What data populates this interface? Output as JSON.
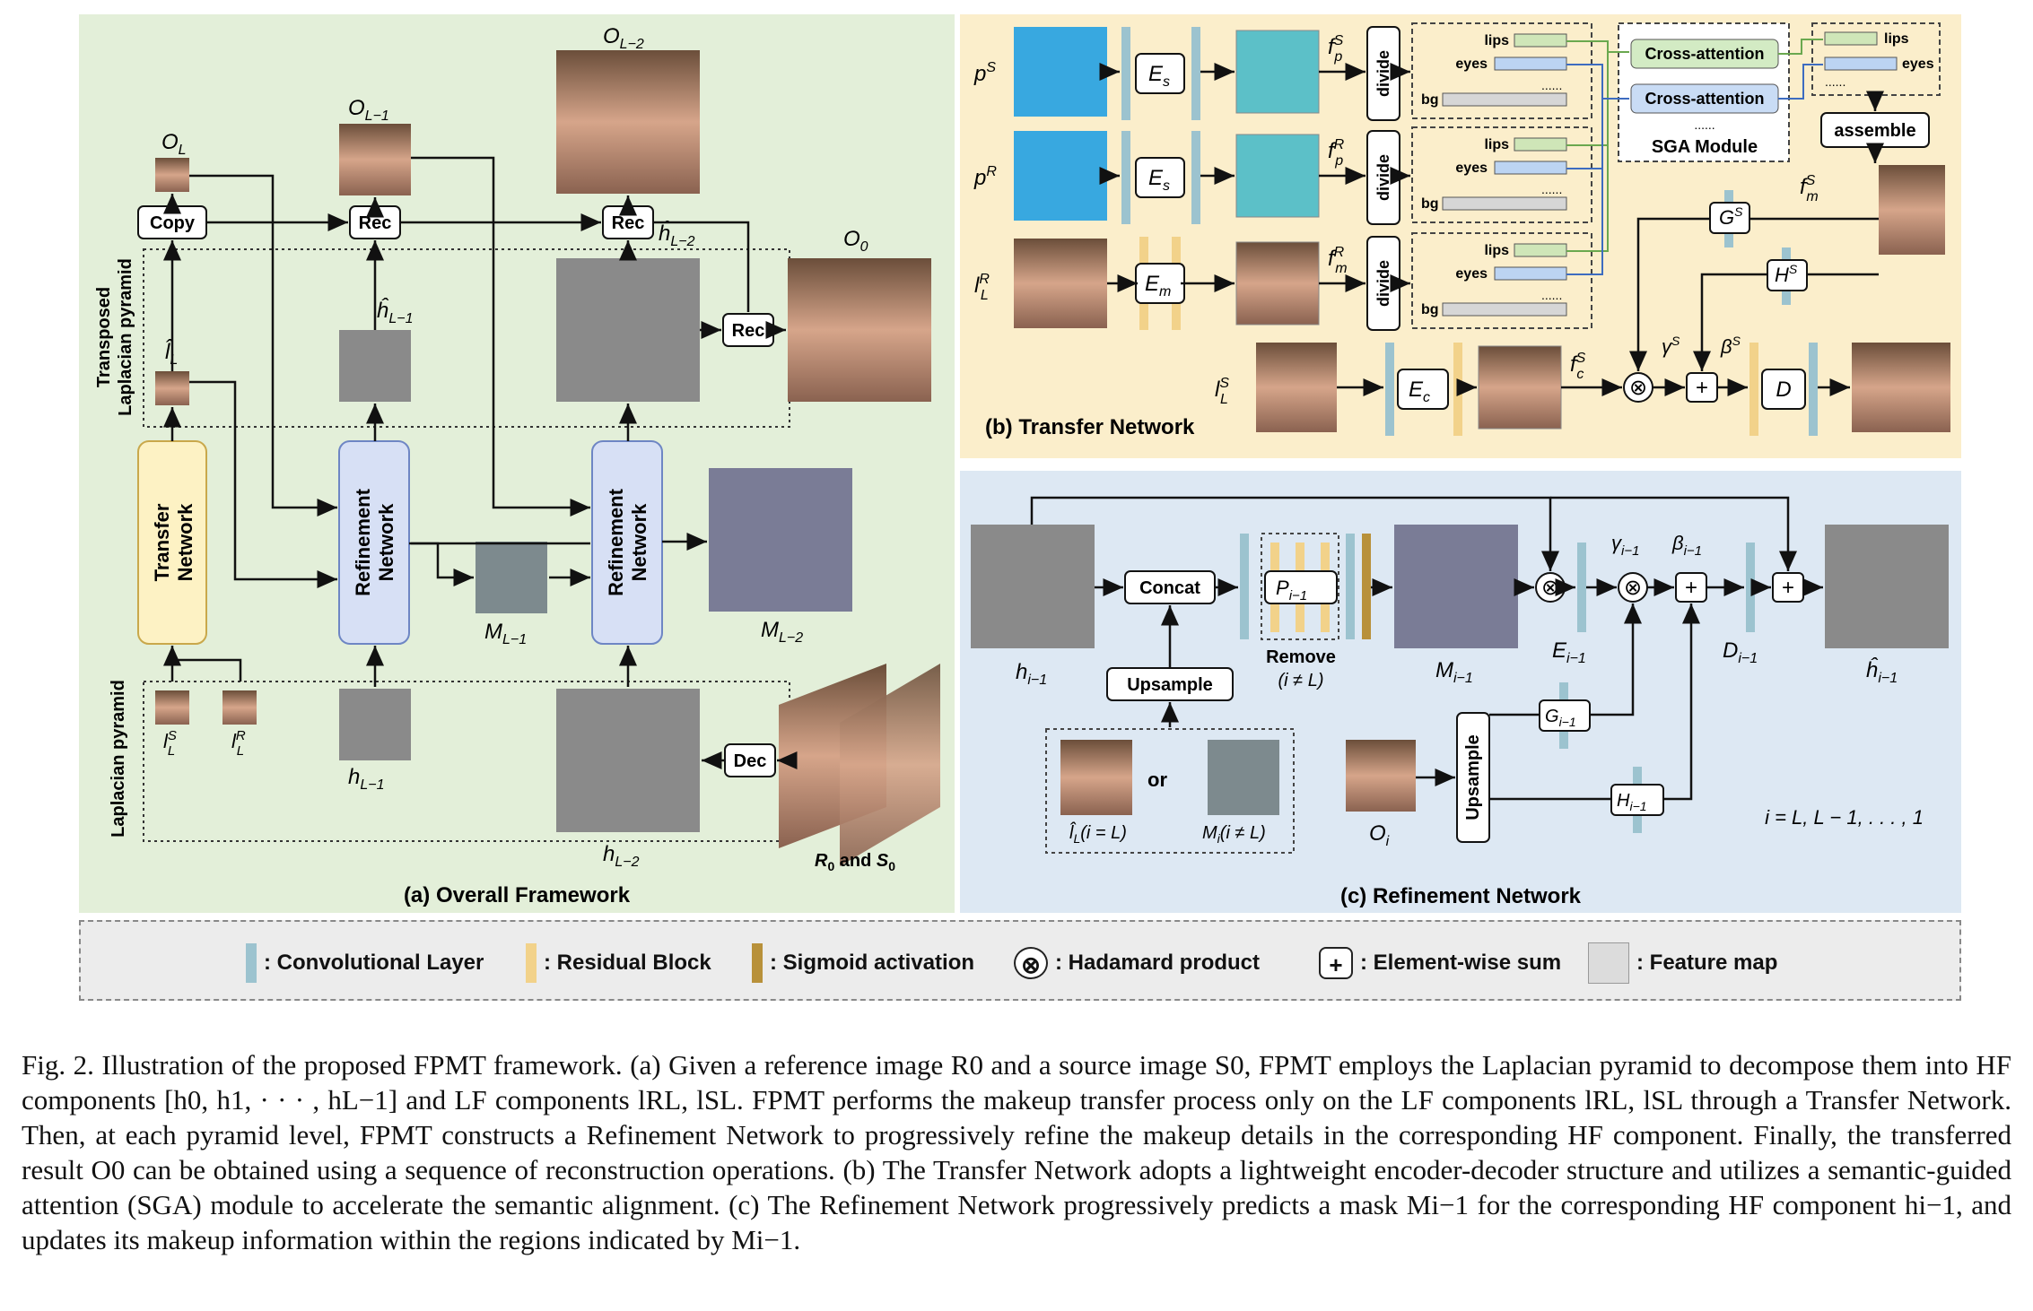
{
  "panel_a": {
    "title": "(a) Overall Framework",
    "labels": {
      "O_L": "O",
      "O_L_sub": "L",
      "O_L1": "O",
      "O_L1_sub": "L−1",
      "O_L2": "O",
      "O_L2_sub": "L−2",
      "O_0": "O",
      "O_0_sub": "0",
      "lhat_L": "l̂",
      "lhat_L_sub": "L",
      "hhat_L1": "ĥ",
      "hhat_L1_sub": "L−1",
      "hhat_L2": "ĥ",
      "hhat_L2_sub": "L−2",
      "h_L1": "h",
      "h_L1_sub": "L−1",
      "h_L2": "h",
      "h_L2_sub": "L−2",
      "M_L1": "M",
      "M_L1_sub": "L−1",
      "M_L2": "M",
      "M_L2_sub": "L−2",
      "l_S": "l",
      "l_S_sup": "S",
      "l_S_sub": "L",
      "l_R": "l",
      "l_R_sup": "R",
      "l_R_sub": "L",
      "R0S0": "R",
      "R0S0_sub": "0",
      "R0S0_and": " and ",
      "R0S0_S": "S",
      "R0S0_S_sub": "0",
      "transposed": "Transposed",
      "transposed2": "Laplacian pyramid",
      "laplacian": "Laplacian pyramid"
    },
    "boxes": {
      "copy": "Copy",
      "rec": "Rec",
      "dec": "Dec",
      "transfer1": "Transfer",
      "transfer2": "Network",
      "refine1": "Refinement",
      "refine2": "Network"
    }
  },
  "panel_b": {
    "title": "(b) Transfer Network",
    "labels": {
      "pS": "p",
      "pS_sup": "S",
      "pR": "p",
      "pR_sup": "R",
      "lRL": "l",
      "lRL_sup": "R",
      "lRL_sub": "L",
      "lSL": "l",
      "lSL_sup": "S",
      "lSL_sub": "L",
      "Es": "E",
      "Es_sub": "s",
      "Em": "E",
      "Em_sub": "m",
      "Ec": "E",
      "Ec_sub": "c",
      "D": "D",
      "fpS": "f",
      "fpS_sup": "S",
      "fpS_sub": "p",
      "fpR": "f",
      "fpR_sup": "R",
      "fpR_sub": "p",
      "fmR": "f",
      "fmR_sup": "R",
      "fmR_sub": "m",
      "fcS": "f",
      "fcS_sup": "S",
      "fcS_sub": "c",
      "fmS": "f",
      "fmS_sup": "S",
      "fmS_sub": "m",
      "GS": "G",
      "GS_sup": "S",
      "HS": "H",
      "HS_sup": "S",
      "gammaS": "γ",
      "gammaS_sup": "S",
      "betaS": "β",
      "betaS_sup": "S",
      "divide": "divide",
      "lips": "lips",
      "eyes": "eyes",
      "bg": "bg",
      "dots": "......",
      "cross": "Cross-attention",
      "sga": "SGA Module",
      "assemble": "assemble"
    }
  },
  "panel_c": {
    "title": "(c) Refinement Network",
    "labels": {
      "concat": "Concat",
      "upsample": "Upsample",
      "or": "or",
      "remove": "Remove",
      "remove_cond": "(i ≠ L)",
      "h_i1": "h",
      "h_i1_sub": "i−1",
      "hhat_i1": "ĥ",
      "hhat_i1_sub": "i−1",
      "M_i1": "M",
      "M_i1_sub": "i−1",
      "P_i1": "P",
      "P_i1_sub": "i−1",
      "E_i1": "E",
      "E_i1_sub": "i−1",
      "D_i1": "D",
      "D_i1_sub": "i−1",
      "G_i1": "G",
      "G_i1_sub": "i−1",
      "H_i1": "H",
      "H_i1_sub": "i−1",
      "gamma_i1": "γ",
      "gamma_i1_sub": "i−1",
      "beta_i1": "β",
      "beta_i1_sub": "i−1",
      "O_i": "O",
      "O_i_sub": "i",
      "lhat_cond": "l̂",
      "lhat_cond_sub": "L",
      "lhat_cond_tail": "(i = L)",
      "M_cond": "M",
      "M_cond_sub": "i",
      "M_cond_tail": "(i ≠ L)",
      "range": "i = L, L − 1, . . . , 1"
    }
  },
  "legend": {
    "conv": ": Convolutional Layer",
    "residual": ": Residual Block",
    "sigmoid": ": Sigmoid activation",
    "hadamard": ": Hadamard product",
    "sum": ": Element-wise sum",
    "featuremap": ": Feature map",
    "hadamard_symbol": "⊗",
    "sum_symbol": "+"
  },
  "colors": {
    "panel_a_bg": "#e3efd9",
    "panel_b_bg": "#fbeecb",
    "panel_c_bg": "#dde8f3",
    "conv": "#9cc3cf",
    "residual": "#f2d28a",
    "sigmoid": "#b8913a",
    "transfer_box": "#fdf2c4",
    "refine_box": "#d7e0f5",
    "lips": "#cfe6b8",
    "eyes": "#bcd4f2",
    "bg_bar": "#d6d6d6",
    "green_line": "#6aa84f",
    "blue_line": "#3d6cc0"
  },
  "caption": "Fig. 2.  Illustration of the proposed FPMT framework. (a) Given a reference image R0 and a source image S0, FPMT employs the Laplacian pyramid to decompose them into HF components [h0, h1, · · · , hL−1] and LF components lRL, lSL. FPMT performs the makeup transfer process only on the LF components lRL, lSL through a Transfer Network. Then, at each pyramid level, FPMT constructs a Refinement Network to progressively refine the makeup details in the corresponding HF component. Finally, the transferred result O0 can be obtained using a sequence of reconstruction operations. (b) The Transfer Network adopts a lightweight encoder-decoder structure and utilizes a semantic-guided attention (SGA) module to accelerate the semantic alignment. (c) The Refinement Network progressively predicts a mask Mi−1 for the corresponding HF component hi−1, and updates its makeup information within the regions indicated by Mi−1."
}
